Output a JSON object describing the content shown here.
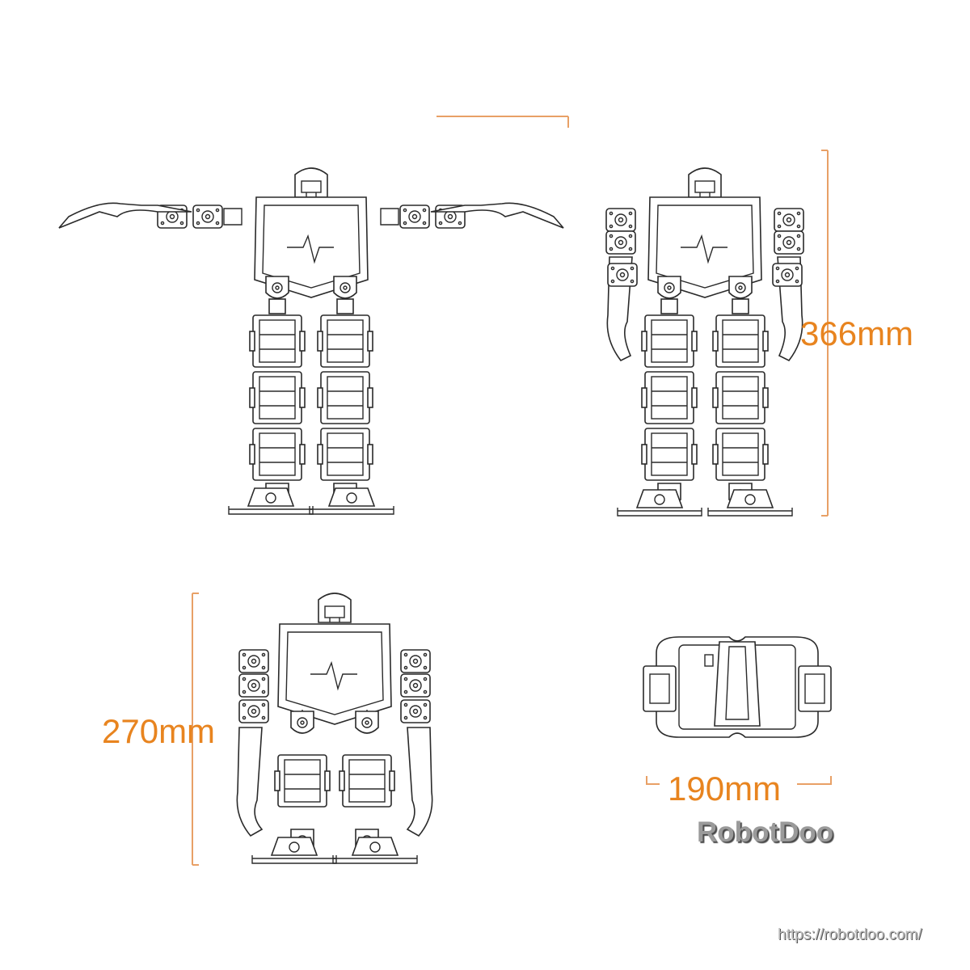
{
  "dimensions": {
    "height_standing": "366mm",
    "height_crouched": "270mm",
    "depth_top": "190mm"
  },
  "brand": "RobotDoo",
  "url": "https://robotdoo.com/",
  "colors": {
    "dimension": "#e8841f",
    "outline": "#2a2a2a",
    "brand": "#9a9a9a"
  },
  "views": [
    "front-arms-out",
    "front-standing",
    "front-crouched",
    "top"
  ]
}
